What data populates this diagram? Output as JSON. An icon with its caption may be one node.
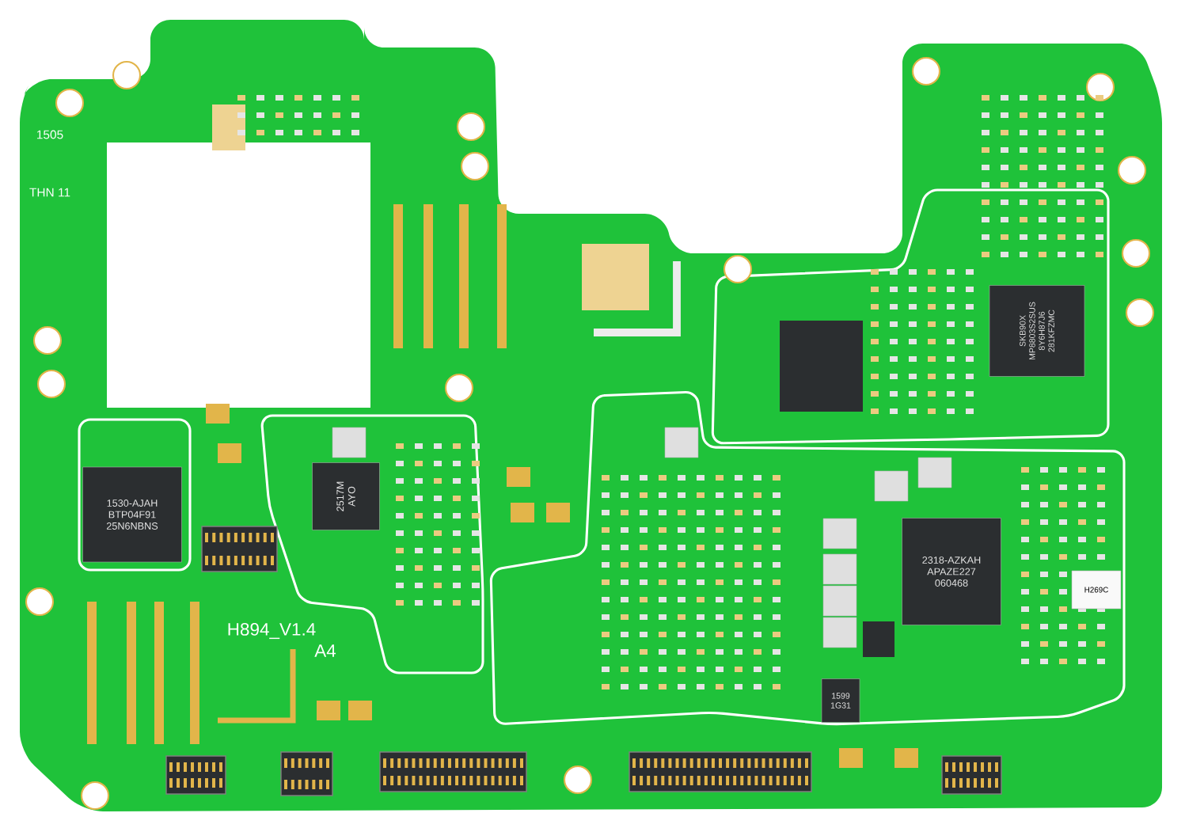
{
  "diagram": {
    "nodes": [
      {
        "text": [
          "1530-AJAH",
          "BTP04F91",
          "25N6NBNS"
        ]
      },
      {
        "text": [
          "2517M",
          "AYO"
        ]
      },
      {
        "text": [
          "SKB90X",
          "MP8803S2SUS",
          "8Y6H87J6",
          "281KFZMC"
        ]
      },
      {
        "text": [
          "2318-AZKAH",
          "APAZE227",
          "060468"
        ]
      },
      {
        "text": [
          "H269C"
        ]
      },
      {
        "text": [
          "1599",
          "1G31"
        ]
      }
    ],
    "labels": [
      "1505",
      "THN 11",
      "H894_V1.4",
      "A4"
    ]
  }
}
